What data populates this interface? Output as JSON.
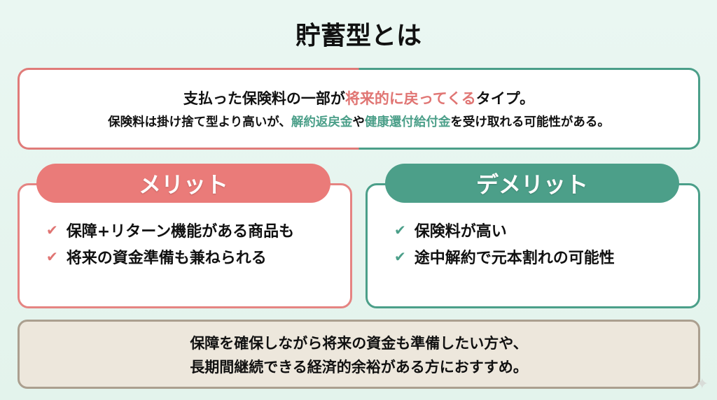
{
  "title": "貯蓄型とは",
  "intro": {
    "line1": {
      "pre": "支払った保険料の一部が",
      "highlight": "将来的に戻ってくる",
      "post": "タイプ。"
    },
    "line2": {
      "pre": "保険料は掛け捨て型より高いが、",
      "h1": "解約返戻金",
      "mid": "や",
      "h2": "健康還付給付金",
      "post": "を受け取れる可能性がある。"
    }
  },
  "merit": {
    "label": "メリット",
    "items": [
      "保障+リターン機能がある商品も",
      "将来の資金準備も兼ねられる"
    ]
  },
  "demerit": {
    "label": "デメリット",
    "items": [
      "保険料が高い",
      "途中解約で元本割れの可能性"
    ]
  },
  "bottom": {
    "line1": "保障を確保しながら将来の資金も準備したい方や、",
    "line2": "長期間継続できる経済的余裕がある方におすすめ。"
  },
  "colors": {
    "red": "#e07b79",
    "green": "#4b9f89",
    "bottom_bg": "#ede7dc"
  }
}
